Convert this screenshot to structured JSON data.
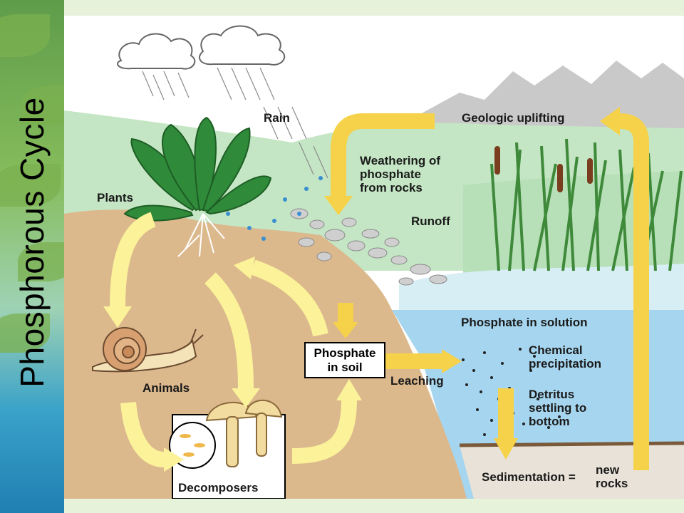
{
  "title": "Phosphorous Cycle",
  "labels": {
    "rain": "Rain",
    "plants": "Plants",
    "animals": "Animals",
    "decomposers": "Decomposers",
    "phosphate_in_soil": "Phosphate\nin soil",
    "leaching": "Leaching",
    "geologic_uplifting": "Geologic uplifting",
    "weathering": "Weathering of\nphosphate\nfrom rocks",
    "runoff": "Runoff",
    "phosphate_in_solution": "Phosphate in solution",
    "chemical_precipitation": "Chemical\nprecipitation",
    "detritus": "Detritus\nsettling to\nbottom",
    "sedimentation": "Sedimentation =",
    "new_rocks": "new\nrocks"
  },
  "colors": {
    "arrow_yellow": "#f6d24a",
    "arrow_pale": "#fbf29a",
    "soil": "#dcb88d",
    "water": "#a8d8f0",
    "hill": "#bfe3bf",
    "mountain": "#c7c7c7"
  }
}
